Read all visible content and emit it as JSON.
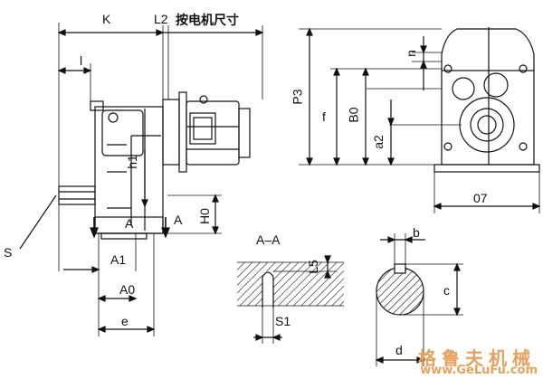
{
  "labels": {
    "K": "K",
    "L2": "L2",
    "motor_note": "按电机尺寸",
    "l": "l",
    "h1": "h1",
    "H0": "H0",
    "A_left": "A",
    "A_right": "A",
    "S": "S",
    "A1": "A1",
    "A0": "A0",
    "e": "e",
    "P3": "P3",
    "f": "f",
    "B0": "B0",
    "a2": "a2",
    "n": "n",
    "o7": "07",
    "section": "A–A",
    "L5": "L5",
    "S1": "S1",
    "b": "b",
    "c": "c",
    "d": "d"
  },
  "watermark": {
    "cn": "格鲁夫机械",
    "url": "www.GeLuFu.com"
  },
  "colors": {
    "line": "#111111",
    "watermark": "#e6a25e"
  }
}
